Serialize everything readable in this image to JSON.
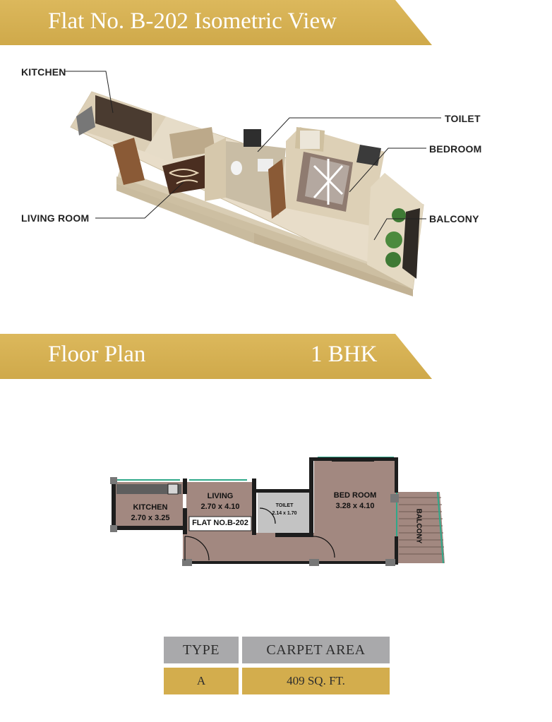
{
  "header1": {
    "title": "Flat No. B-202 Isometric View"
  },
  "iso_labels": {
    "kitchen": "KITCHEN",
    "toilet": "TOILET",
    "bedroom": "BEDROOM",
    "living_room": "LIVING ROOM",
    "balcony": "BALCONY"
  },
  "header2": {
    "title": "Floor Plan",
    "type": "1 BHK"
  },
  "plan": {
    "kitchen": {
      "name": "KITCHEN",
      "size": "2.70 x 3.25"
    },
    "living": {
      "name": "LIVING",
      "size": "2.70 x 4.10"
    },
    "toilet": {
      "name": "TOILET",
      "size": "2.14 x 1.70"
    },
    "bedroom": {
      "name": "BED ROOM",
      "size": "3.28 x 4.10"
    },
    "balcony": {
      "name": "BALCONY"
    },
    "flat_label": "FLAT NO.B-202"
  },
  "table": {
    "headers": [
      "TYPE",
      "CARPET AREA"
    ],
    "rows": [
      [
        "A",
        "409 SQ. FT."
      ]
    ]
  },
  "colors": {
    "gold": "#d3ad4d",
    "room_fill": "#a28880",
    "toilet_fill": "#c3c3c3",
    "header_gray": "#a9a9ab"
  }
}
